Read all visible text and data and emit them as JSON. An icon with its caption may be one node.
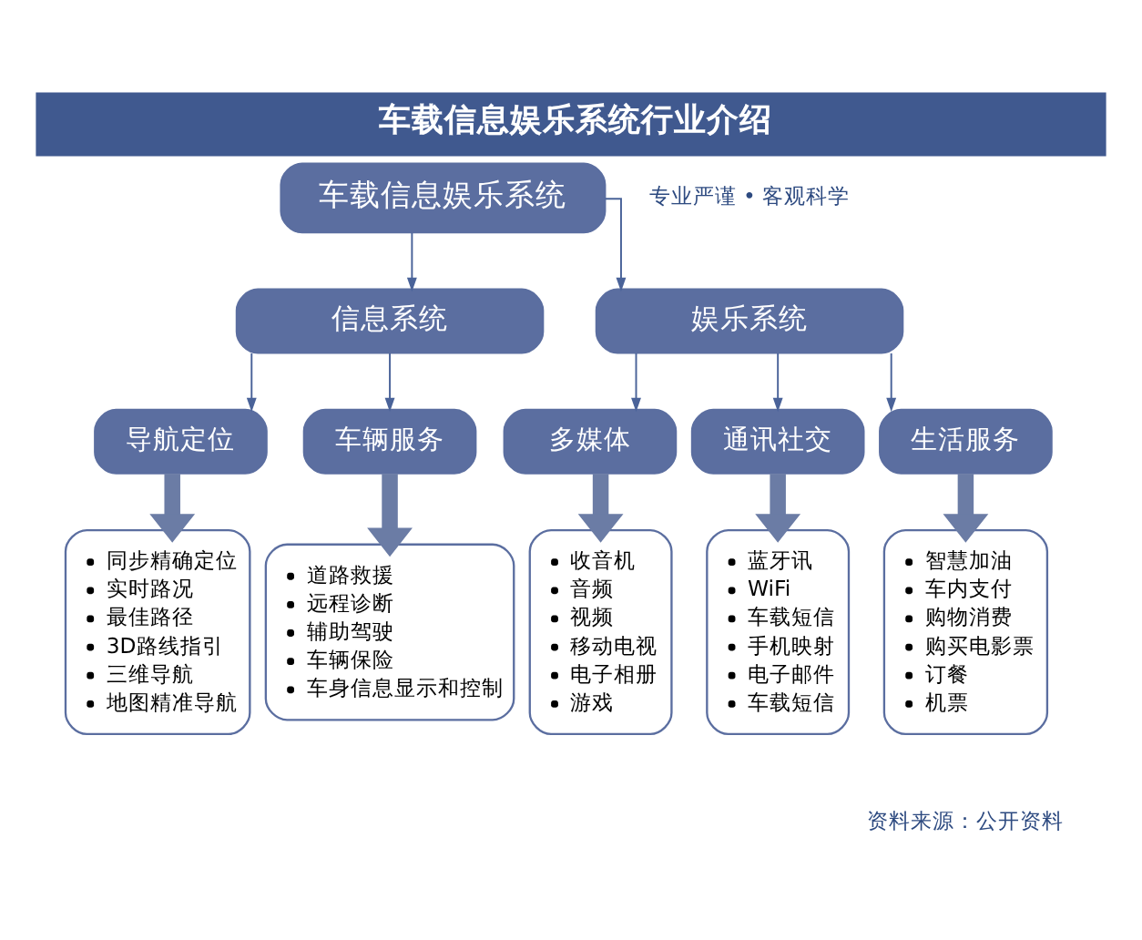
{
  "diagram": {
    "title": "车载信息娱乐系统行业介绍",
    "nodes": [
      {
        "text": [
          "车载信息娱乐系统"
        ]
      },
      {
        "text": [
          "信息系统"
        ]
      },
      {
        "text": [
          "娱乐系统"
        ]
      },
      {
        "text": [
          "导航定位"
        ]
      },
      {
        "text": [
          "车辆服务"
        ]
      },
      {
        "text": [
          "多媒体"
        ]
      },
      {
        "text": [
          "通讯社交"
        ]
      },
      {
        "text": [
          "生活服务"
        ]
      },
      {
        "text": [
          "同步精确定位",
          "实时路况",
          "最佳路径",
          "3D路线指引",
          "三维导航",
          "地图精准导航"
        ]
      },
      {
        "text": [
          "道路救援",
          "远程诊断",
          "辅助驾驶",
          "车辆保险",
          "车身信息显示和控制"
        ]
      },
      {
        "text": [
          "收音机",
          "音频",
          "视频",
          "移动电视",
          "电子相册",
          "游戏"
        ]
      },
      {
        "text": [
          "蓝牙讯",
          "WiFi",
          "车载短信",
          "手机映射",
          "电子邮件",
          "车载短信"
        ]
      },
      {
        "text": [
          "智慧加油",
          "车内支付",
          "购物消费",
          "购买电影票",
          "订餐",
          "机票"
        ]
      }
    ],
    "edges": [
      {
        "from": 0,
        "to": 1,
        "arrow": "to"
      },
      {
        "from": 0,
        "to": 2,
        "arrow": "to"
      },
      {
        "from": 1,
        "to": 3,
        "arrow": "to"
      },
      {
        "from": 1,
        "to": 4,
        "arrow": "to"
      },
      {
        "from": 2,
        "to": 5,
        "arrow": "to"
      },
      {
        "from": 2,
        "to": 6,
        "arrow": "to"
      },
      {
        "from": 2,
        "to": 7,
        "arrow": "to"
      },
      {
        "from": 3,
        "to": 8,
        "arrow": "to",
        "style": "thick",
        "color": "#6b7ca5"
      },
      {
        "from": 4,
        "to": 9,
        "arrow": "to",
        "style": "thick",
        "color": "#6b7ca5"
      },
      {
        "from": 5,
        "to": 10,
        "arrow": "to",
        "style": "thick",
        "color": "#6b7ca5"
      },
      {
        "from": 6,
        "to": 11,
        "arrow": "to",
        "style": "thick",
        "color": "#6b7ca5"
      },
      {
        "from": 7,
        "to": 12,
        "arrow": "to",
        "style": "thick",
        "color": "#6b7ca5"
      }
    ],
    "labels": [
      "专业严谨 • 客观科学",
      "资料来源：公开资料"
    ]
  }
}
